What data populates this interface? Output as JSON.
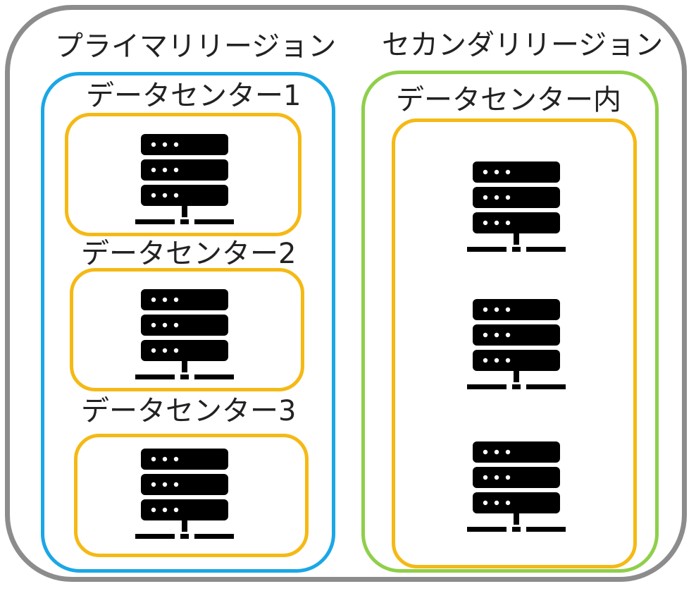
{
  "primary_region": {
    "title": "プライマリリージョン",
    "datacenters": [
      {
        "label": "データセンター1",
        "servers": 1
      },
      {
        "label": "データセンター2",
        "servers": 1
      },
      {
        "label": "データセンター3",
        "servers": 1
      }
    ]
  },
  "secondary_region": {
    "title": "セカンダリリージョン",
    "datacenters": [
      {
        "label": "データセンター内",
        "servers": 3
      }
    ]
  },
  "colors": {
    "outer_border": "#8c8c8c",
    "primary_border": "#1aa7e6",
    "secondary_border": "#8fcf4a",
    "datacenter_border": "#f5b915",
    "server": "#000000"
  },
  "icons": {
    "server": "server-rack-icon"
  }
}
